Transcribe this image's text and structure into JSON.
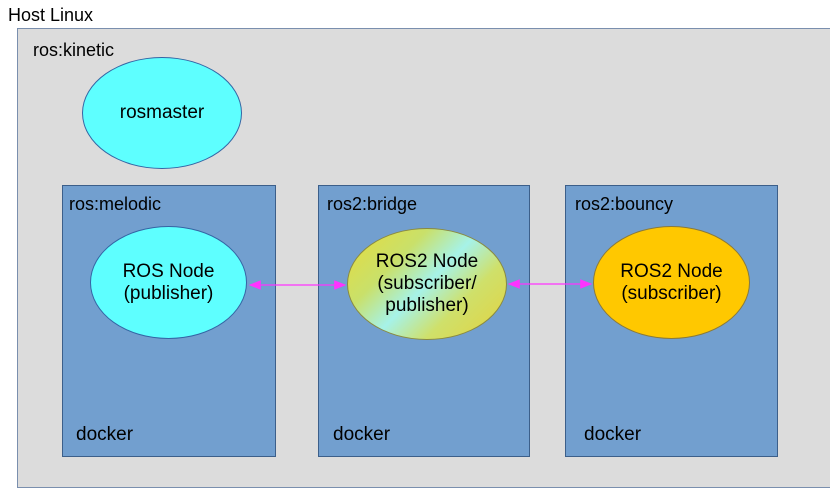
{
  "host": {
    "label": "Host Linux"
  },
  "kinetic": {
    "label": "ros:kinetic",
    "master": "rosmaster"
  },
  "containers": [
    {
      "label": "ros:melodic",
      "footer": "docker",
      "node_lines": [
        "ROS Node",
        "(publisher)"
      ]
    },
    {
      "label": "ros2:bridge",
      "footer": "docker",
      "node_lines": [
        "ROS2 Node",
        "(subscriber/",
        "publisher)"
      ]
    },
    {
      "label": "ros2:bouncy",
      "footer": "docker",
      "node_lines": [
        "ROS2 Node",
        "(subscriber)"
      ]
    }
  ],
  "colors": {
    "arrow": "#ff33ff",
    "container": "#729fcf",
    "cyan_node": "#5effff",
    "orange_node": "#ffc800",
    "outer": "#dcdcdc"
  }
}
